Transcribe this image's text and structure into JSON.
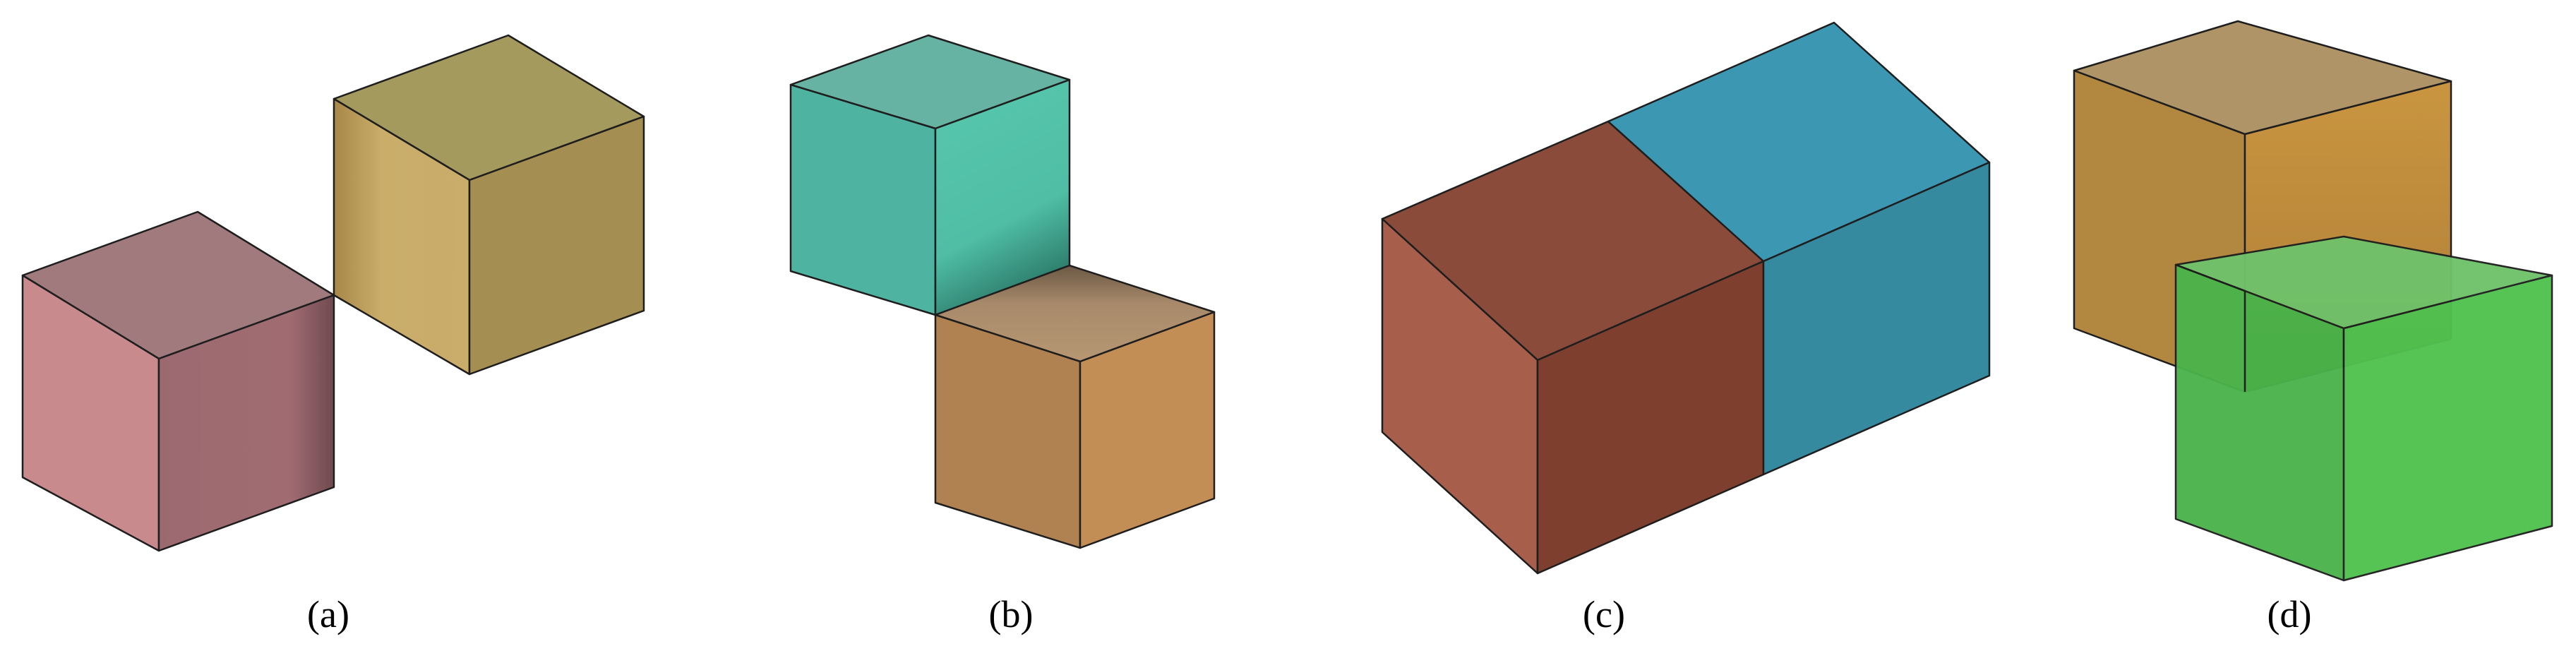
{
  "panels": [
    {
      "caption": "(a)",
      "cubes": [
        {
          "top": "#a07a7c",
          "left": "#c98a8d",
          "right": "#9b6a6f"
        },
        {
          "top": "#a49a5e",
          "left": "#c8ac6a",
          "right": "#a58e52"
        }
      ]
    },
    {
      "caption": "(b)",
      "cubes": [
        {
          "top": "#66b2a3",
          "left": "#4eb3a0",
          "right": "#55c5ac"
        },
        {
          "top": "#a7886a",
          "left": "#b08252",
          "right": "#c38d56"
        }
      ]
    },
    {
      "caption": "(c)",
      "cubes": [
        {
          "top": "#8a4b3a",
          "left": "#a75e4a",
          "right": "#7e3f2e"
        },
        {
          "top": "#3c97b3",
          "left": "#3c97b3",
          "right": "#358aa0"
        }
      ]
    },
    {
      "caption": "(d)",
      "cubes": [
        {
          "top": "#ae9466",
          "left": "#b2873f",
          "right": "#c6923e"
        },
        {
          "top": "#6fc26a",
          "left": "#4ab34a",
          "right": "#4fc24f"
        }
      ]
    }
  ],
  "colors": {
    "edge": "#1e1e1e",
    "background": "#ffffff"
  }
}
